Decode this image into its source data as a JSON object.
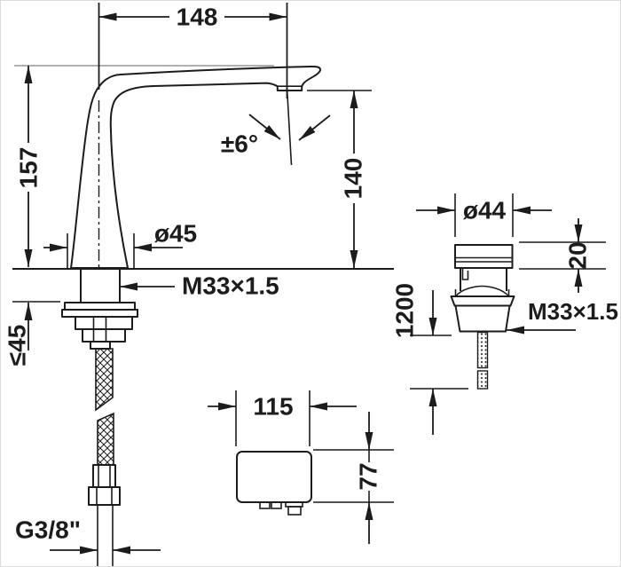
{
  "drawing": {
    "kind": "faucet-installation-dimension-drawing",
    "ink_color": "#1c1c1c",
    "reference_line_color": "#969696",
    "background": "#ffffff",
    "labels": {
      "spout_reach": "148",
      "height_to_spout_top": "157",
      "outlet_height": "140",
      "stream_angle": "±6°",
      "body_base_diameter": "ø45",
      "body_thread": "M33×1.5",
      "max_counter_thickness": "≤45",
      "supply_thread": "G3/8\"",
      "handle_diameter": "ø44",
      "handle_cap_height": "20",
      "cable_length": "1200",
      "handle_thread": "M33×1.5",
      "control_box_width": "115",
      "control_box_height": "77"
    }
  }
}
